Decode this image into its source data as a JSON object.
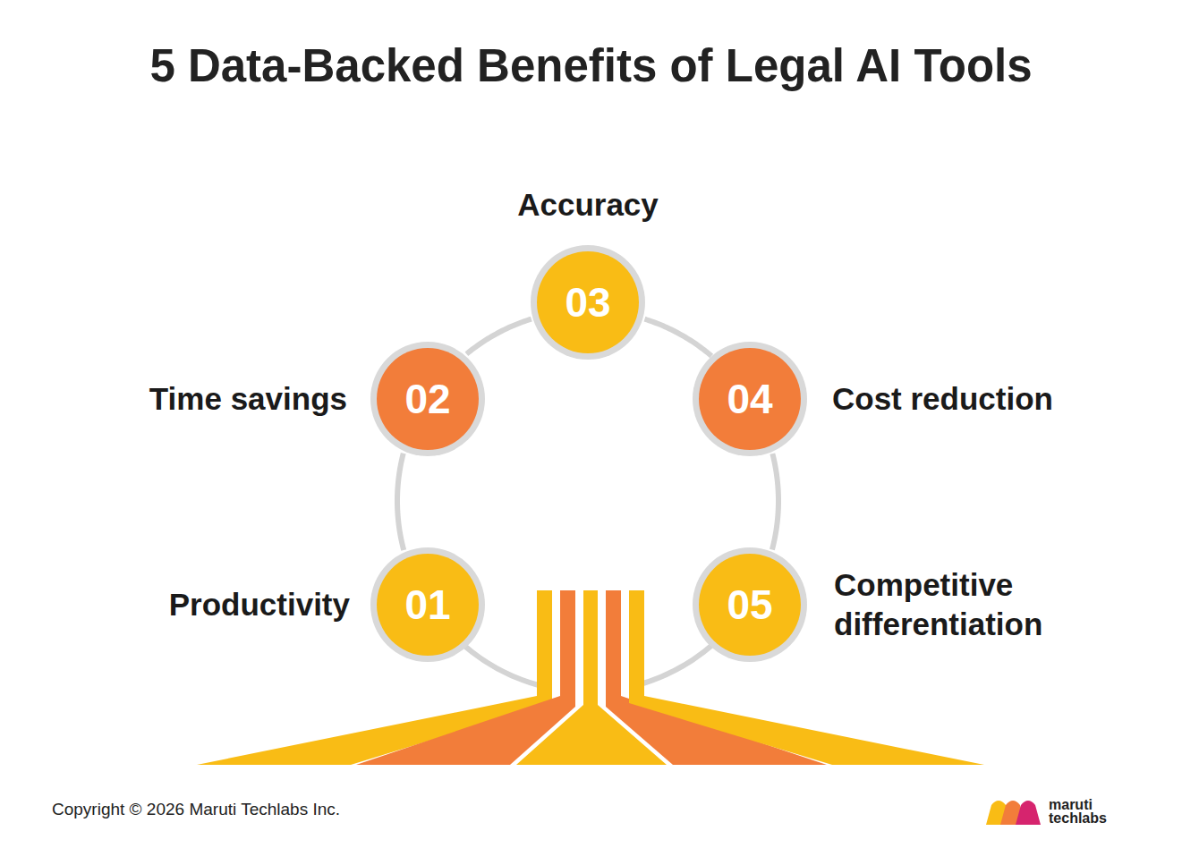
{
  "diagram": {
    "title": "5 Data-Backed Benefits of Legal AI Tools",
    "nodes": [
      {
        "text": [
          "01",
          "Productivity"
        ]
      },
      {
        "text": [
          "02",
          "Time savings"
        ]
      },
      {
        "text": [
          "03",
          "Accuracy"
        ]
      },
      {
        "text": [
          "04",
          "Cost reduction"
        ]
      },
      {
        "text": [
          "05",
          "Competitive differentiation"
        ]
      }
    ],
    "edges": [
      {
        "from": 0,
        "to": 1,
        "arrow": "none"
      },
      {
        "from": 1,
        "to": 2,
        "arrow": "none"
      },
      {
        "from": 2,
        "to": 3,
        "arrow": "none"
      },
      {
        "from": 3,
        "to": 4,
        "arrow": "none"
      }
    ],
    "labels": [
      "Copyright © 2026 Maruti Techlabs Inc.",
      "maruti techlabs"
    ]
  }
}
